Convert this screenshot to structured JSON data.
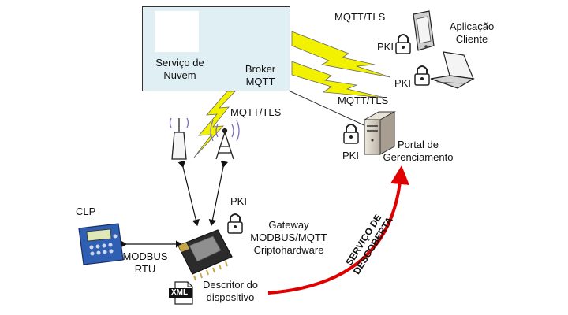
{
  "cloud": {
    "service_line1": "Serviço de",
    "service_line2": "Nuvem",
    "broker_line1": "Broker",
    "broker_line2": "MQTT"
  },
  "links": {
    "mqtt_tls_top": "MQTT/TLS",
    "mqtt_tls_mid": "MQTT/TLS",
    "mqtt_tls_left": "MQTT/TLS"
  },
  "client": {
    "line1": "Aplicação",
    "line2": "Cliente",
    "pki_phone": "PKI",
    "pki_laptop": "PKI"
  },
  "portal": {
    "line1": "Portal de",
    "line2": "Gerenciamento",
    "pki": "PKI"
  },
  "plc": {
    "label": "CLP"
  },
  "modbus": {
    "line1": "MODBUS",
    "line2": "RTU"
  },
  "gateway": {
    "line1": "Gateway",
    "line2": "MODBUS/MQTT",
    "line3": "Criptohardware",
    "pki": "PKI"
  },
  "descriptor": {
    "line1": "Descritor do",
    "line2": "dispositivo",
    "file_badge": "XML"
  },
  "discovery": {
    "line1": "SERVIÇO DE",
    "line2": "DESCOBERTA"
  },
  "colors": {
    "cloud_bg": "#dfeff4",
    "lightning": "#f2f200",
    "discovery_arrow": "#e00000",
    "lock_green": "#2e9a57",
    "server_body": "#d8d0c4"
  },
  "icons": [
    "cloud-lock-icon",
    "server-icon",
    "antenna-icon",
    "radio-tower-icon",
    "lightning-icon",
    "padlock-icon",
    "phone-icon",
    "laptop-icon",
    "plc-icon",
    "esp-module-icon",
    "xml-file-icon"
  ]
}
